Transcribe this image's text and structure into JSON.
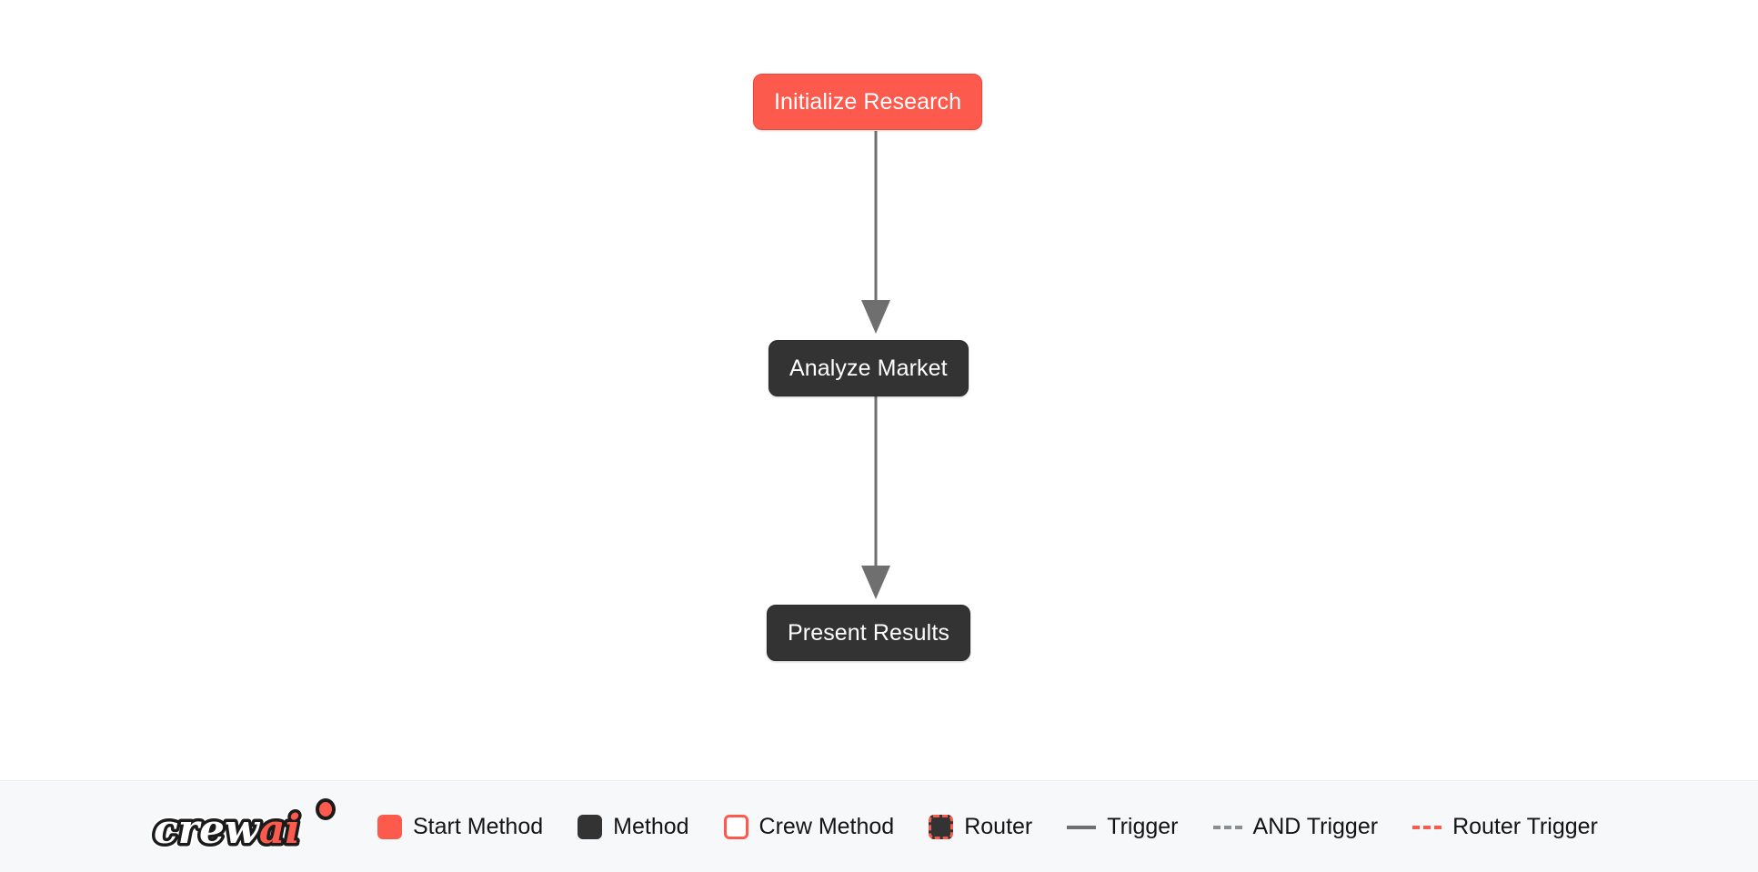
{
  "diagram": {
    "type": "flow-graph",
    "background_color": "#ffffff",
    "nodes": [
      {
        "id": "initialize_research",
        "label": "Initialize Research",
        "kind": "start-method",
        "fill": "#fb5a4c",
        "text_color": "#ffffff"
      },
      {
        "id": "analyze_market",
        "label": "Analyze Market",
        "kind": "method",
        "fill": "#333333",
        "text_color": "#ffffff"
      },
      {
        "id": "present_results",
        "label": "Present Results",
        "kind": "method",
        "fill": "#333333",
        "text_color": "#ffffff"
      }
    ],
    "edges": [
      {
        "from": "initialize_research",
        "to": "analyze_market",
        "kind": "trigger",
        "style": "solid",
        "color": "#6f6f6f"
      },
      {
        "from": "analyze_market",
        "to": "present_results",
        "kind": "trigger",
        "style": "solid",
        "color": "#6f6f6f"
      }
    ]
  },
  "legend": {
    "logo_text_primary": "crew",
    "logo_text_accent": "ai",
    "accent_color": "#fb5a4c",
    "items": [
      {
        "name": "start-method",
        "label": "Start Method",
        "marker": "filled-start"
      },
      {
        "name": "method",
        "label": "Method",
        "marker": "filled-method"
      },
      {
        "name": "crew-method",
        "label": "Crew Method",
        "marker": "outline-crew"
      },
      {
        "name": "router",
        "label": "Router",
        "marker": "router"
      },
      {
        "name": "trigger",
        "label": "Trigger",
        "marker": "solid-trigger"
      },
      {
        "name": "and-trigger",
        "label": "AND Trigger",
        "marker": "dashed-and"
      },
      {
        "name": "router-trigger",
        "label": "Router Trigger",
        "marker": "dashed-router"
      }
    ]
  }
}
